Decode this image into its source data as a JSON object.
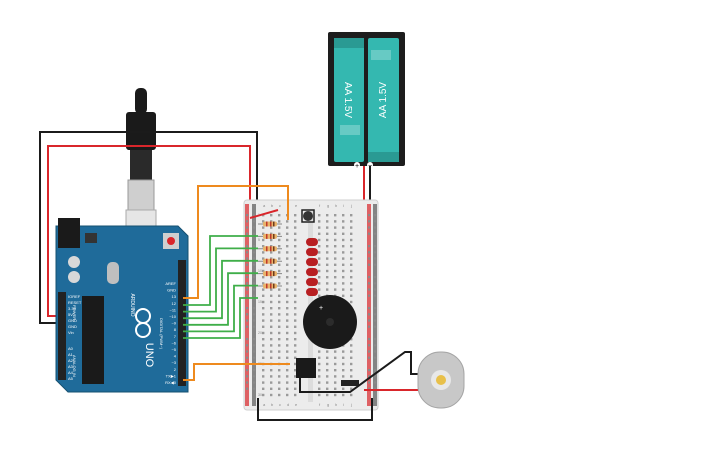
{
  "battery": {
    "cell1_label": "AA 1.5V",
    "cell2_label": "AA 1.5V",
    "plus": "+",
    "minus": "−"
  },
  "arduino": {
    "brand": "ARDUINO",
    "model": "UNO",
    "power_pins": [
      "IOREF",
      "RESET",
      "3.3V",
      "5V",
      "GND",
      "GND",
      "Vin"
    ],
    "analog_pins": [
      "A0",
      "A1",
      "A2",
      "A3",
      "A4",
      "A5"
    ],
    "power_label": "POWER",
    "analog_label": "ANALOG IN",
    "digital_label": "DIGITAL (PWM~)",
    "digital_top": [
      "AREF",
      "GND"
    ],
    "digital_pins": [
      "13",
      "12",
      "~11",
      "~10",
      "~9",
      "8",
      "7",
      "~6",
      "~5",
      "4",
      "~3",
      "2",
      "TX▶1",
      "RX◀0"
    ]
  },
  "breadboard": {
    "columns_left": [
      "a",
      "b",
      "c",
      "d",
      "e"
    ],
    "columns_right": [
      "f",
      "g",
      "h",
      "i",
      "j"
    ],
    "row_numbers": [
      "1",
      "5",
      "10",
      "15",
      "20",
      "25",
      "30"
    ]
  },
  "colors": {
    "board_blue": "#1f6b9a",
    "wire_red": "#d9262b",
    "wire_black": "#1b1b1b",
    "wire_orange": "#ee8a1e",
    "wire_green": "#3fae49",
    "led_red": "#b81f22",
    "battery_teal": "#34b8b0",
    "motor_gray": "#c8c8c8"
  }
}
